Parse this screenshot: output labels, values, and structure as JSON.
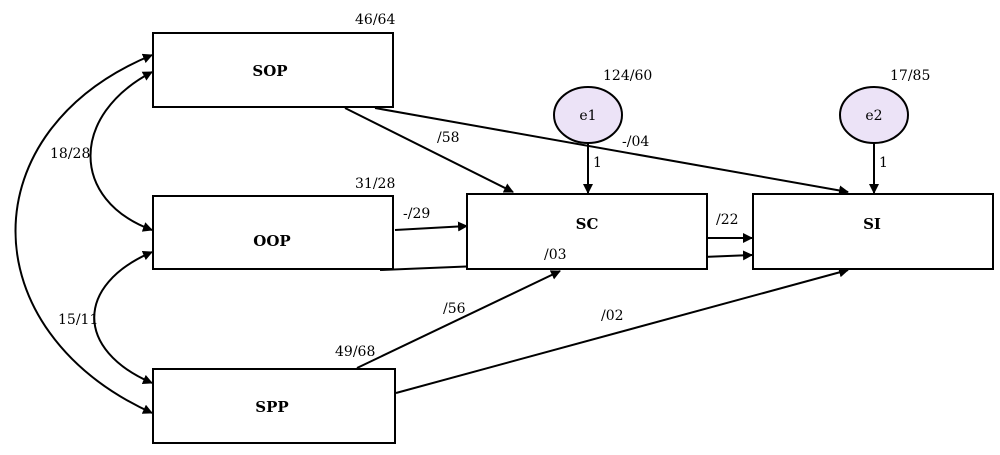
{
  "nodes": {
    "sop": {
      "label": "SOP",
      "value": "46/64"
    },
    "oop": {
      "label": "OOP",
      "value": "31/28"
    },
    "spp": {
      "label": "SPP",
      "value": "49/68"
    },
    "sc": {
      "label": "SC"
    },
    "si": {
      "label": "SI"
    },
    "e1": {
      "label": "e1",
      "value": "124/60"
    },
    "e2": {
      "label": "e2",
      "value": "17/85"
    }
  },
  "paths": {
    "sop_sc": "/58",
    "sop_si": "-/04",
    "oop_sc": "-/29",
    "oop_si": "/03",
    "spp_sc": "/56",
    "spp_si": "/02",
    "sc_si": "/22",
    "e1_sc": "1",
    "e2_si": "1"
  },
  "covariances": {
    "sop_oop": "18/28",
    "oop_spp": "15/11"
  }
}
